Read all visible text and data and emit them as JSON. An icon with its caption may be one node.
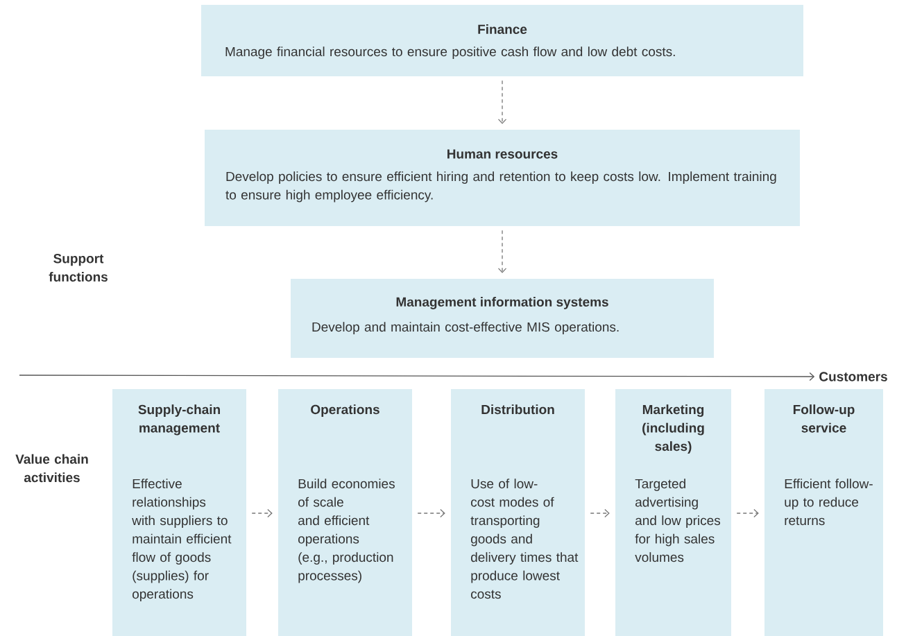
{
  "diagram": {
    "nodes": [
      {
        "text": [
          "Finance",
          "Manage financial resources to ensure positive cash flow and low debt costs."
        ]
      },
      {
        "text": [
          "Human resources",
          "Develop policies to ensure efficient hiring and retention to keep costs low. Implement training to ensure high employee efficiency."
        ]
      },
      {
        "text": [
          "Management information systems",
          "Develop and maintain cost-effective MIS operations."
        ]
      },
      {
        "text": [
          "Supply-chain management",
          "Effective relationships with suppliers to maintain efficient flow of goods (supplies) for operations"
        ]
      },
      {
        "text": [
          "Operations",
          "Build economies of scale and efficient operations (e.g., production processes)"
        ]
      },
      {
        "text": [
          "Distribution",
          "Use of low-cost modes of transporting goods and delivery times that produce lowest costs"
        ]
      },
      {
        "text": [
          "Marketing (including sales)",
          "Targeted advertising and low prices for high sales volumes"
        ]
      },
      {
        "text": [
          "Follow-up service",
          "Efficient follow-up to reduce returns"
        ]
      },
      {
        "text": [
          "Customers"
        ]
      }
    ],
    "edges": [
      {
        "from": 0,
        "to": 1,
        "arrow": "to",
        "style": "dashed"
      },
      {
        "from": 1,
        "to": 2,
        "arrow": "to",
        "style": "dashed"
      },
      {
        "from": null,
        "to": 8,
        "arrow": "to"
      },
      {
        "from": 3,
        "to": 4,
        "arrow": "to",
        "style": "dashed"
      },
      {
        "from": 4,
        "to": 5,
        "arrow": "to",
        "style": "dashed"
      },
      {
        "from": 5,
        "to": 6,
        "arrow": "to",
        "style": "dashed"
      },
      {
        "from": 6,
        "to": 7,
        "arrow": "to",
        "style": "dashed"
      }
    ],
    "labels": [
      "Support functions",
      "Value chain activities"
    ]
  }
}
